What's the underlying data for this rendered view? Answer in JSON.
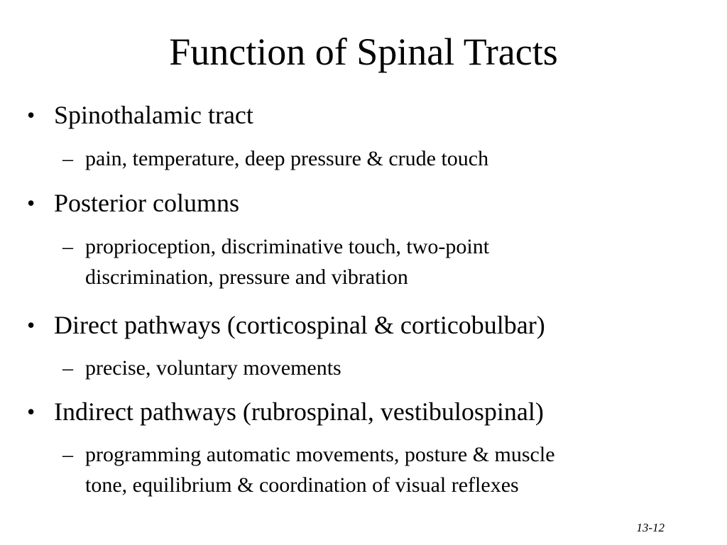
{
  "slide": {
    "title": "Function of Spinal Tracts",
    "bullet_glyph": "•",
    "dash_glyph": "–",
    "bullets": [
      {
        "label": "Spinothalamic tract",
        "sub": "pain, temperature, deep pressure & crude touch"
      },
      {
        "label": "Posterior columns",
        "sub_lines": [
          "proprioception, discriminative touch, two-point",
          "discrimination, pressure and vibration"
        ]
      },
      {
        "label": "Direct pathways (corticospinal & corticobulbar)",
        "sub": "precise, voluntary movements"
      },
      {
        "label": "Indirect pathways (rubrospinal, vestibulospinal)",
        "sub_lines": [
          "programming automatic movements, posture & muscle",
          "tone, equilibrium & coordination of visual reflexes"
        ]
      }
    ],
    "slide_number": "13-12"
  }
}
